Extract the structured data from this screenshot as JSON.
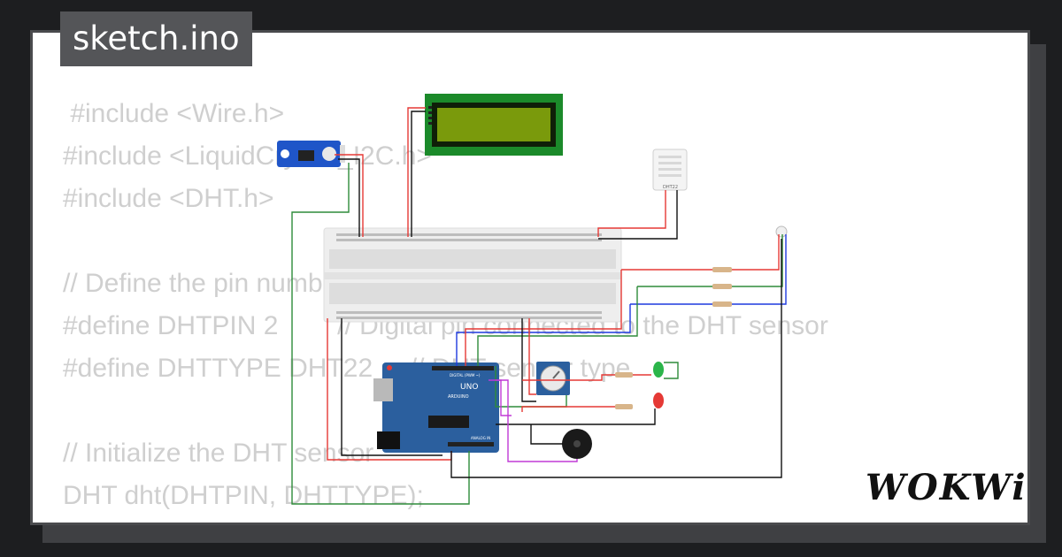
{
  "header": {
    "title": "sketch.ino"
  },
  "code": {
    "lines": [
      " #include <Wire.h>",
      "#include <LiquidCrystal_I2C.h>",
      "#include <DHT.h>",
      "",
      "// Define the pin numbers for the sensors",
      "#define DHTPIN 2        // Digital pin connected to the DHT sensor",
      "#define DHTTYPE DHT22     // DHT sensor type",
      "",
      "// Initialize the DHT sensor",
      "DHT dht(DHTPIN, DHTTYPE);"
    ]
  },
  "circuit": {
    "dht_label": "DHT22",
    "uno_label": "UNO",
    "arduino_label": "ARDUINO",
    "digital_label": "DIGITAL (PWM ~)",
    "analog_label": "ANALOG IN"
  },
  "brand": {
    "name": "WOKWi"
  },
  "colors": {
    "background": "#1d1e20",
    "card": "#ffffff",
    "code_text": "#cfcfcf",
    "title_bg": "#545558",
    "wire_red": "#e53935",
    "wire_green": "#2e8b3a",
    "wire_blue": "#1e3adf",
    "wire_black": "#111111",
    "wire_magenta": "#c03ad6",
    "lcd_board": "#1b8a2a",
    "lcd_screen": "#7a9a0c",
    "arduino": "#2b5f9e"
  }
}
